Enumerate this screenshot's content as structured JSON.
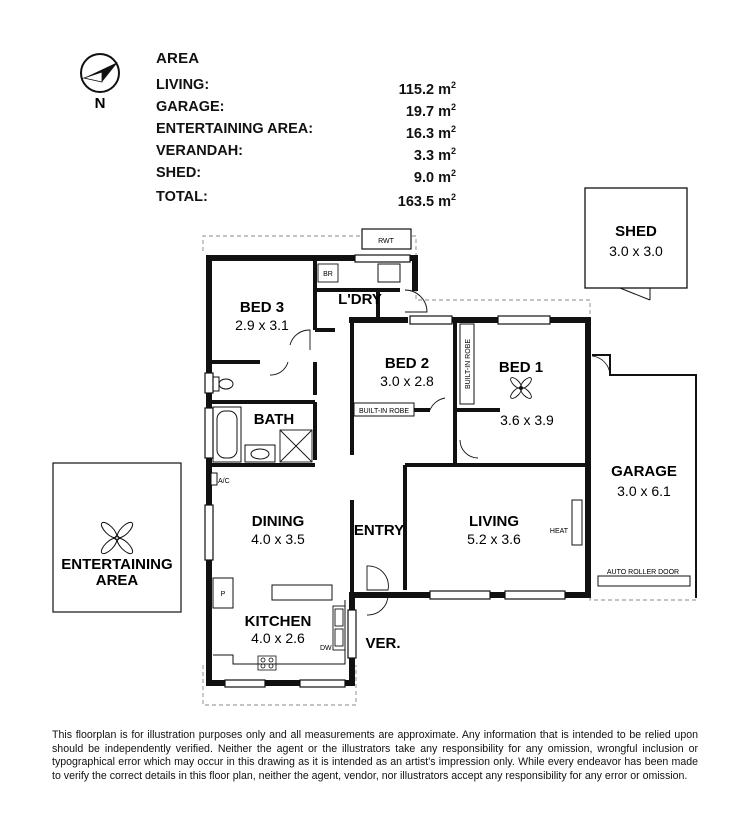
{
  "area": {
    "title": "AREA",
    "rows": [
      {
        "label": "LIVING:",
        "value": "115.2 m",
        "unit_sup": "2"
      },
      {
        "label": "GARAGE:",
        "value": "19.7 m",
        "unit_sup": "2"
      },
      {
        "label": "ENTERTAINING AREA:",
        "value": "16.3 m",
        "unit_sup": "2"
      },
      {
        "label": "VERANDAH:",
        "value": "3.3 m",
        "unit_sup": "2"
      },
      {
        "label": "SHED:",
        "value": "9.0 m",
        "unit_sup": "2"
      }
    ],
    "total": {
      "label": "TOTAL:",
      "value": "163.5 m",
      "unit_sup": "2"
    }
  },
  "compass": {
    "label": "N"
  },
  "rooms": {
    "shed": {
      "name": "SHED",
      "dims": "3.0 x 3.0"
    },
    "bed3": {
      "name": "BED 3",
      "dims": "2.9 x 3.1"
    },
    "laundry": {
      "name": "L'DRY"
    },
    "bed2": {
      "name": "BED 2",
      "dims": "3.0 x 2.8"
    },
    "bed1": {
      "name": "BED 1",
      "dims": "3.6 x 3.9"
    },
    "bath": {
      "name": "BATH"
    },
    "garage": {
      "name": "GARAGE",
      "dims": "3.0 x 6.1"
    },
    "dining": {
      "name": "DINING",
      "dims": "4.0 x 3.5"
    },
    "entry": {
      "name": "ENTRY"
    },
    "living": {
      "name": "LIVING",
      "dims": "5.2 x 3.6"
    },
    "entertaining": {
      "name_line1": "ENTERTAINING",
      "name_line2": "AREA"
    },
    "kitchen": {
      "name": "KITCHEN",
      "dims": "4.0 x 2.6"
    },
    "verandah": {
      "name": "VER."
    }
  },
  "fixtures": {
    "rwt": "RWT",
    "br": "BR",
    "builtin_robe_bed2": "BUILT-IN ROBE",
    "builtin_robe_bed1": "BUILT-IN ROBE",
    "ac": "A/C",
    "heat": "HEAT",
    "auto_roller_door": "AUTO ROLLER DOOR",
    "pantry": "P",
    "dishwasher": "DW"
  },
  "disclaimer": "This floorplan is for illustration purposes only and all measurements are approximate. Any information that is intended to be relied upon should be independently verified. Neither the agent or the illustrators take any responsibility for any omission, wrongful inclusion or typographical error which may occur in this drawing as it is intended as an artist's impression only. While every endeavor has been made to verify the correct details in this floor plan, neither the agent, vendor, nor illustrators accept any responsibility for any error or omission."
}
